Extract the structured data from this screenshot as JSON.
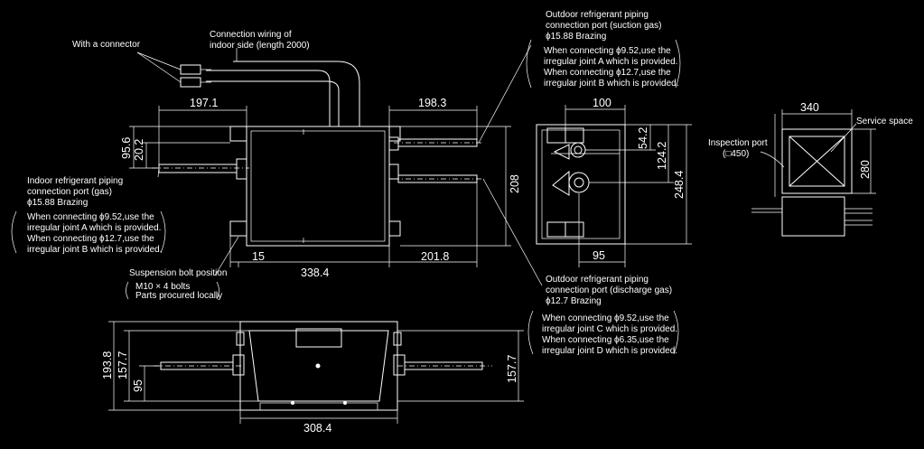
{
  "labels": {
    "with_connector": "With a connector",
    "wiring_1": "Connection wiring of",
    "wiring_2": "indoor side (length 2000)",
    "suction_1": "Outdoor refrigerant piping",
    "suction_2": "connection port (suction gas)",
    "suction_3": "ϕ15.88 Brazing",
    "suction_note_1": "When connecting ϕ9.52,use the",
    "suction_note_2": "irregular joint A which is provided.",
    "suction_note_3": "When connecting ϕ12.7,use the",
    "suction_note_4": "irregular joint B which is provided.",
    "indoor_1": "Indoor refrigerant piping",
    "indoor_2": "connection port (gas)",
    "indoor_3": "ϕ15.88 Brazing",
    "indoor_note_1": "When connecting ϕ9.52,use the",
    "indoor_note_2": "irregular joint A which is provided.",
    "indoor_note_3": "When connecting ϕ12.7,use the",
    "indoor_note_4": "irregular joint B which is provided.",
    "suspension": "Suspension bolt position",
    "suspension_note_1": "M10 × 4 bolts",
    "suspension_note_2": "Parts procured locally",
    "discharge_1": "Outdoor refrigerant piping",
    "discharge_2": "connection port (discharge gas)",
    "discharge_3": "ϕ12.7 Brazing",
    "discharge_note_1": "When connecting ϕ9.52,use the",
    "discharge_note_2": "irregular joint C which is provided.",
    "discharge_note_3": "When connecting ϕ6.35,use the",
    "discharge_note_4": "irregular joint D which is provided.",
    "inspection_1": "Inspection port",
    "inspection_2": "(□450)",
    "service": "Service space"
  },
  "dimensions": {
    "d197": "197.1",
    "d198": "198.3",
    "d95_6": "95.6",
    "d20_2": "20.2",
    "d208": "208",
    "d15": "15",
    "d338": "338.4",
    "d201": "201.8",
    "d100": "100",
    "d54": "54.2",
    "d124": "124.2",
    "d248": "248.4",
    "d95": "95",
    "d340": "340",
    "d280": "280",
    "d193": "193.8",
    "d157a": "157.7",
    "d95b": "95",
    "d157b": "157.7",
    "d308": "308.4"
  }
}
